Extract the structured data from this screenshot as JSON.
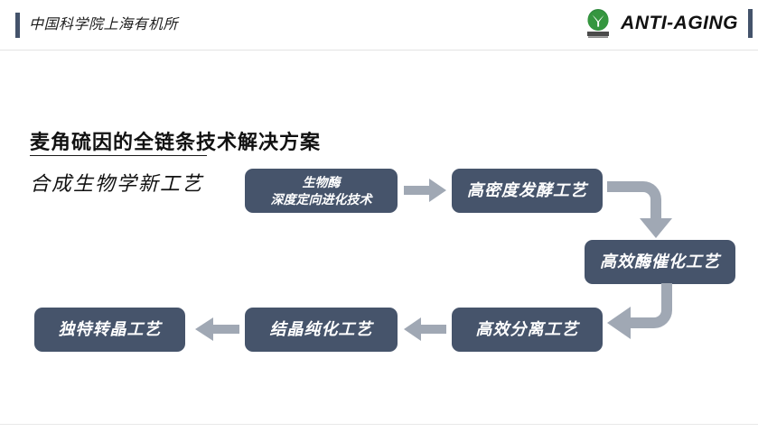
{
  "header": {
    "institute": "中国科学院上海有机所",
    "brand_name": "ANTI-AGING",
    "logo_icon": "leaf-y-logo-icon",
    "accent_color": "#44536b"
  },
  "slide": {
    "title": "麦角硫因的全链条技术解决方案",
    "subtitle": "合成生物学新工艺"
  },
  "flow": {
    "box_color": "#46546b",
    "arrow_color": "#a0a8b4",
    "steps": [
      {
        "id": "bioenzyme",
        "lines": [
          "生物酶",
          "深度定向进化技术"
        ]
      },
      {
        "id": "fermentation",
        "lines": [
          "高密度发酵工艺"
        ]
      },
      {
        "id": "catalysis",
        "lines": [
          "高效酶催化工艺"
        ]
      },
      {
        "id": "separation",
        "lines": [
          "高效分离工艺"
        ]
      },
      {
        "id": "crystallization",
        "lines": [
          "结晶纯化工艺"
        ]
      },
      {
        "id": "transcrystal",
        "lines": [
          "独特转晶工艺"
        ]
      }
    ],
    "arrows": [
      {
        "id": "arrow-1",
        "direction": "right"
      },
      {
        "id": "arrow-curve-1",
        "direction": "right-then-down"
      },
      {
        "id": "arrow-curve-2",
        "direction": "down-then-left"
      },
      {
        "id": "arrow-2",
        "direction": "left"
      },
      {
        "id": "arrow-3",
        "direction": "left"
      }
    ]
  }
}
